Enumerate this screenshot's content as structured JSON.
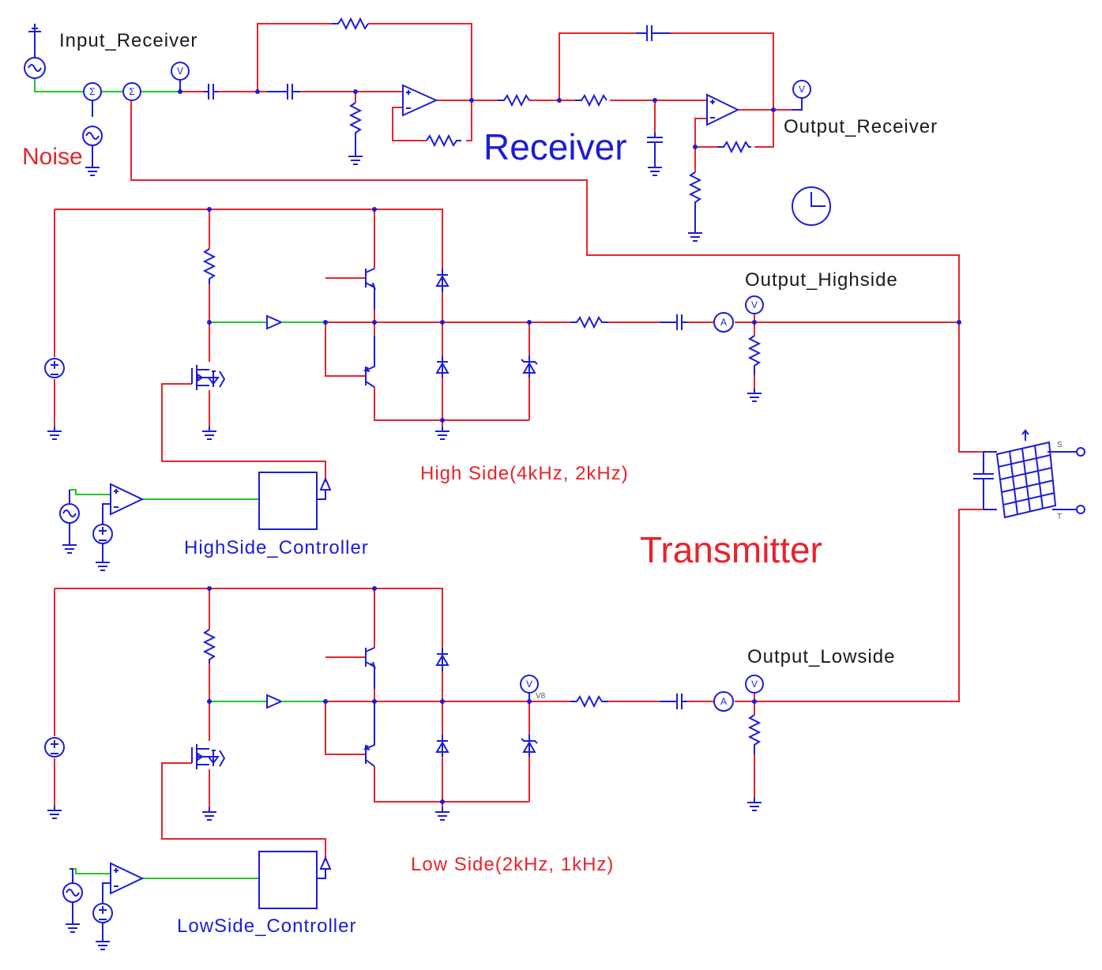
{
  "labels": {
    "input_receiver": "Input_Receiver",
    "noise": "Noise",
    "receiver_title": "Receiver",
    "output_receiver": "Output_Receiver",
    "output_highside": "Output_Highside",
    "high_side": "High Side(4kHz, 2kHz)",
    "highside_controller": "HighSide_Controller",
    "transmitter_title": "Transmitter",
    "output_lowside": "Output_Lowside",
    "low_side": "Low Side(2kHz, 1kHz)",
    "lowside_controller": "LowSide_Controller",
    "voltmeter_v8": "V8",
    "transformer_s": "S",
    "transformer_t": "T"
  },
  "symbols": {
    "voltmeter": "V",
    "ammeter": "A",
    "sum": "Σ"
  },
  "colors": {
    "wire": "#e8232c",
    "signal_wire": "#27c427",
    "component": "#1c1cd8",
    "text": "#1a1a1a"
  }
}
